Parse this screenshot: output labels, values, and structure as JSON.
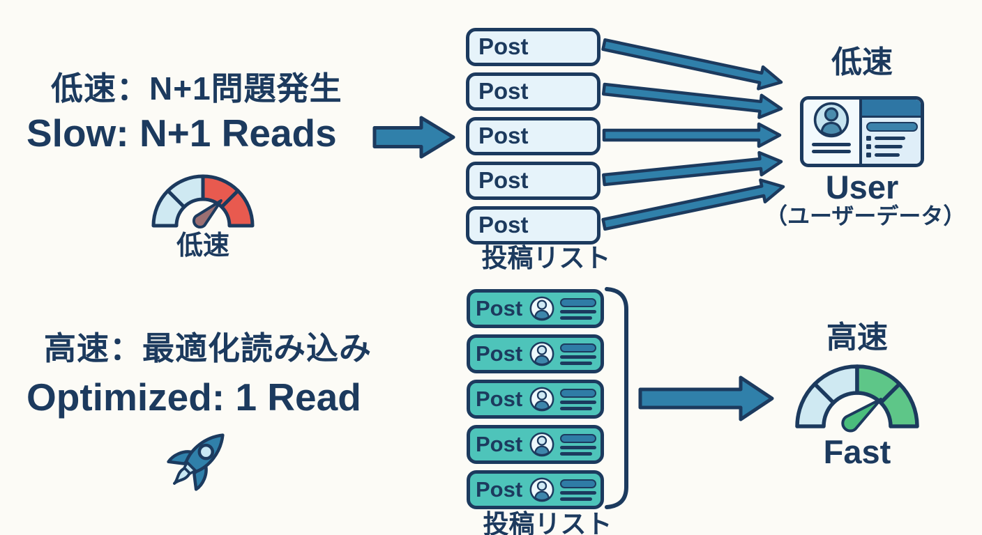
{
  "colors": {
    "background": "#fcfbf6",
    "navy": "#1c3a5e",
    "steel_blue": "#3080aa",
    "light_blue_box": "#e6f3fa",
    "teal_box": "#4ec4ba",
    "gauge_light_blue": "#cfe9f2",
    "gauge_red": "#e85a4f",
    "gauge_green": "#5ec688",
    "needle_slow": "#9c6f72",
    "needle_fast": "#4abd7c",
    "card_header_blue": "#2e76a4",
    "flame_light_blue": "#c8e7f3"
  },
  "slow": {
    "title_jp": "低速：N+1問題発生",
    "title_en": "Slow: N+1 Reads",
    "gauge_label": "低速",
    "posts": [
      "Post",
      "Post",
      "Post",
      "Post",
      "Post"
    ],
    "list_label": "投稿リスト",
    "result_label": "低速",
    "user_title": "User",
    "user_subtitle": "（ユーザーデータ）"
  },
  "fast": {
    "title_jp": "高速：最適化読み込み",
    "title_en": "Optimized: 1 Read",
    "posts": [
      "Post",
      "Post",
      "Post",
      "Post",
      "Post"
    ],
    "list_label": "投稿リスト",
    "result_label": "高速",
    "gauge_label": "Fast"
  }
}
